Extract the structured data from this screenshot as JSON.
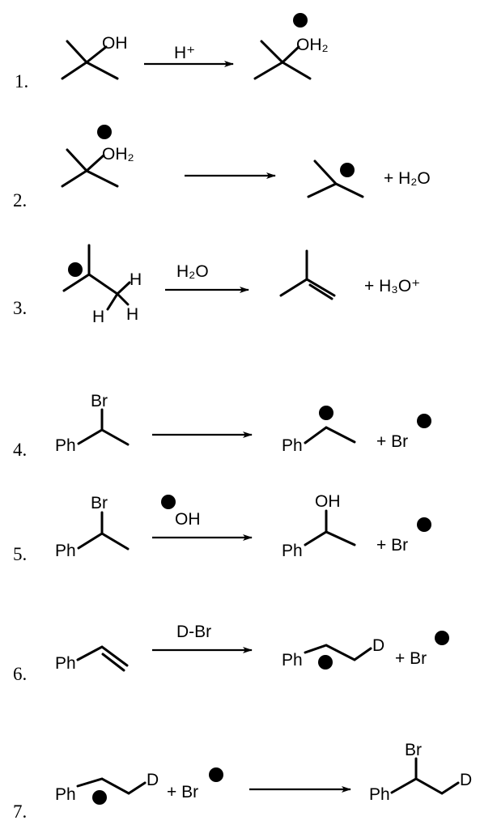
{
  "colors": {
    "ink": "#000000",
    "background": "#ffffff"
  },
  "reactions": [
    {
      "number": "1.",
      "reactant_group": "OH",
      "reagent": "H⁺",
      "product_group": "OH₂",
      "charge": "plus"
    },
    {
      "number": "2.",
      "reactant_group": "OH₂",
      "byproduct": "+ H₂O",
      "charge": "plus"
    },
    {
      "number": "3.",
      "h1": "H",
      "h2": "H",
      "h3": "H",
      "reagent": "H₂O",
      "byproduct": "+ H₃O⁺"
    },
    {
      "number": "4.",
      "reactant_ph": "Ph",
      "reactant_br": "Br",
      "product_ph": "Ph",
      "byproduct": "+ Br"
    },
    {
      "number": "5.",
      "reactant_ph": "Ph",
      "reactant_br": "Br",
      "reagent": "OH",
      "product_oh": "OH",
      "product_ph": "Ph",
      "byproduct": "+ Br"
    },
    {
      "number": "6.",
      "reactant_ph": "Ph",
      "reagent": "D-Br",
      "product_ph": "Ph",
      "product_d": "D",
      "byproduct": "+ Br"
    },
    {
      "number": "7.",
      "reactant_ph": "Ph",
      "reactant_d": "D",
      "reactant_br": "+ Br",
      "product_br": "Br",
      "product_ph": "Ph",
      "product_d": "D"
    }
  ]
}
